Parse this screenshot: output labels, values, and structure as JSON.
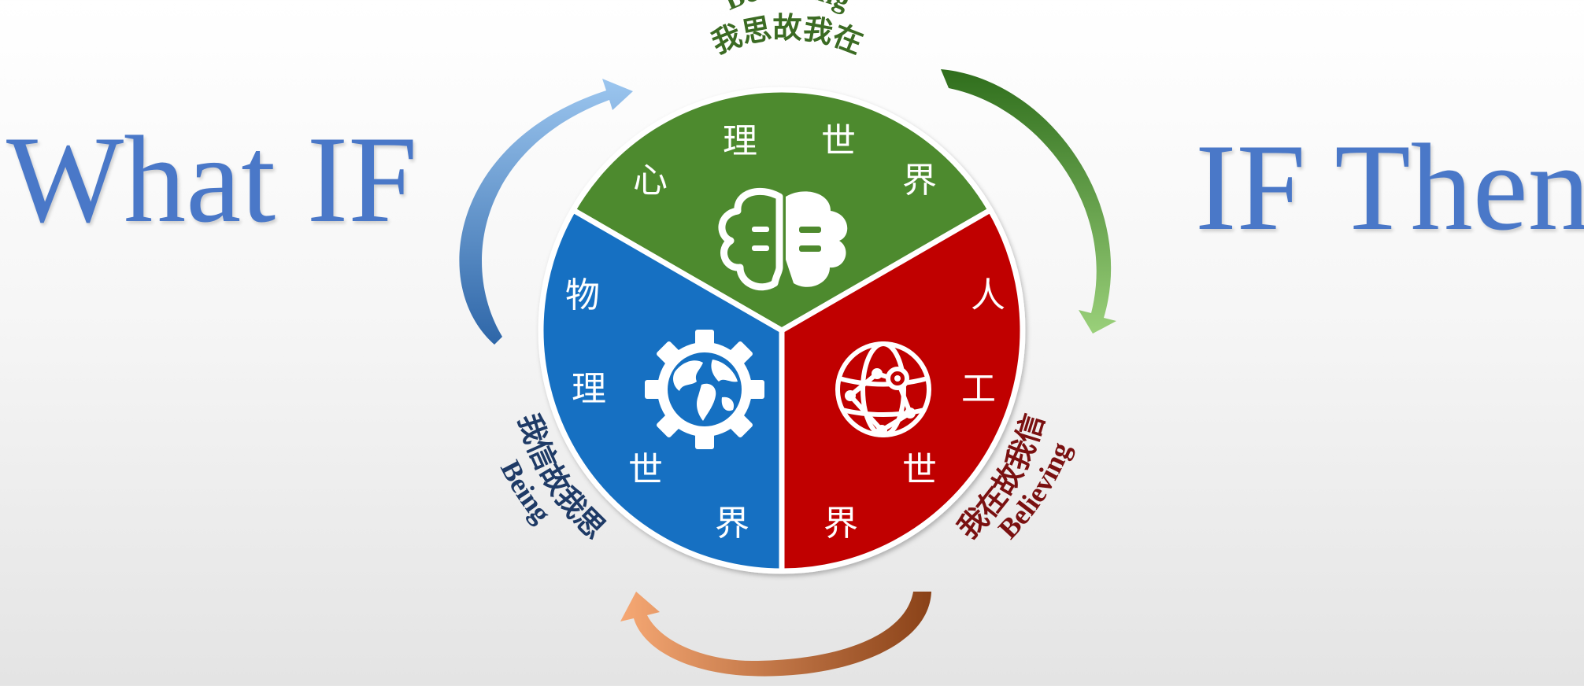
{
  "left_heading": "What IF",
  "right_heading": "IF Then",
  "segments": {
    "mental": {
      "chars": [
        "心",
        "理",
        "世",
        "界"
      ],
      "icon": "brain-icon",
      "color": "#4e8a2e"
    },
    "physical": {
      "chars": [
        "物",
        "理",
        "世",
        "界"
      ],
      "icon": "globe-gear-icon",
      "color": "#1570c2"
    },
    "artificial": {
      "chars": [
        "人",
        "工",
        "世",
        "界"
      ],
      "icon": "network-globe-icon",
      "color": "#c00000"
    }
  },
  "labels": {
    "becoming": {
      "en": "Becoming",
      "zh": "我思故我在",
      "color": "#3b6b23"
    },
    "being": {
      "en": "Being",
      "zh": "我信故我思",
      "color": "#1e3a66"
    },
    "believing": {
      "en": "Believing",
      "zh": "我在故我信",
      "color": "#7a1010"
    }
  },
  "arrows": [
    {
      "name": "blue-cycle-arrow",
      "color": "#3d7ac8"
    },
    {
      "name": "green-cycle-arrow",
      "color": "#4a8a2a"
    },
    {
      "name": "orange-cycle-arrow",
      "color": "#e07830"
    }
  ]
}
